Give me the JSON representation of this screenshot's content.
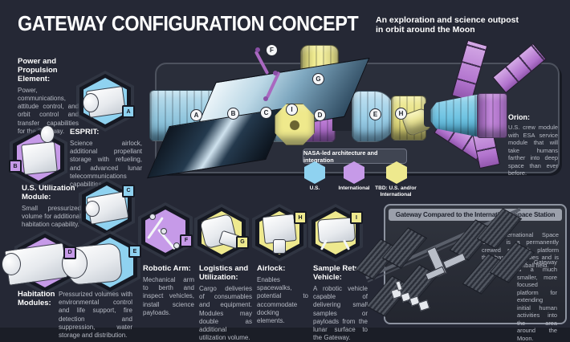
{
  "header": {
    "title": "GATEWAY CONFIGURATION CONCEPT",
    "subtitle": "An exploration and science outpost in orbit around the Moon"
  },
  "colors": {
    "us_blue": "#8fd2f0",
    "international_purple": "#c69ae8",
    "tbd_yellow": "#eee98e",
    "background": "#252835"
  },
  "left_items": [
    {
      "letter": "A",
      "heading": "Power and Propulsion Element:",
      "body": "Power, communications, attitude control, and orbit control and transfer capabilities for the Gateway."
    },
    {
      "letter": "B",
      "heading": "ESPRIT:",
      "body": "Science airlock, additional propellant storage with refueling, and advanced lunar telecommunications capabilities."
    },
    {
      "letter": "C",
      "heading": "U.S. Utilization Module:",
      "body": "Small pressurized volume for additional habitation capability."
    },
    {
      "letters": [
        "D",
        "E"
      ],
      "heading": "Habitation Modules:",
      "body": "Pressurized volumes with environmental control and life support, fire detection and suppression, water storage and distribution."
    }
  ],
  "bottom_items": [
    {
      "letter": "F",
      "heading": "Robotic Arm:",
      "body": "Mechanical arm to berth and inspect vehicles, install science payloads."
    },
    {
      "letter": "G",
      "heading": "Logistics and Utilization:",
      "body": "Cargo deliveries of consumables and equipment. Modules may double as additional utilization volume."
    },
    {
      "letter": "H",
      "heading": "Airlock:",
      "body": "Enables spacewalks, potential to accommodate docking elements."
    },
    {
      "letter": "I",
      "heading": "Sample Return Vehicle:",
      "body": "A robotic vehicle capable of delivering small samples or payloads from the lunar surface to the Gateway."
    }
  ],
  "orion": {
    "heading": "Orion:",
    "body": "U.S. crew module with ESA service module that will take humans farther into deep space than ever before."
  },
  "legend": {
    "title": "NASA-led architecture and integration",
    "entries": [
      {
        "label": "U.S."
      },
      {
        "label": "International"
      },
      {
        "label": "TBD: U.S. and/or International"
      }
    ]
  },
  "iss_panel": {
    "title": "Gateway Compared to the International Space Station",
    "p1": "The International Space Station is a permanently crewed research platform that has 11 modules and is the size of a football field.",
    "p2": "The Gateway is a much smaller, more focused platform for extending initial human activities into the area around the Moon."
  },
  "diagram": {
    "badges": [
      "A",
      "B",
      "C",
      "D",
      "E",
      "F",
      "G",
      "H",
      "I"
    ]
  }
}
